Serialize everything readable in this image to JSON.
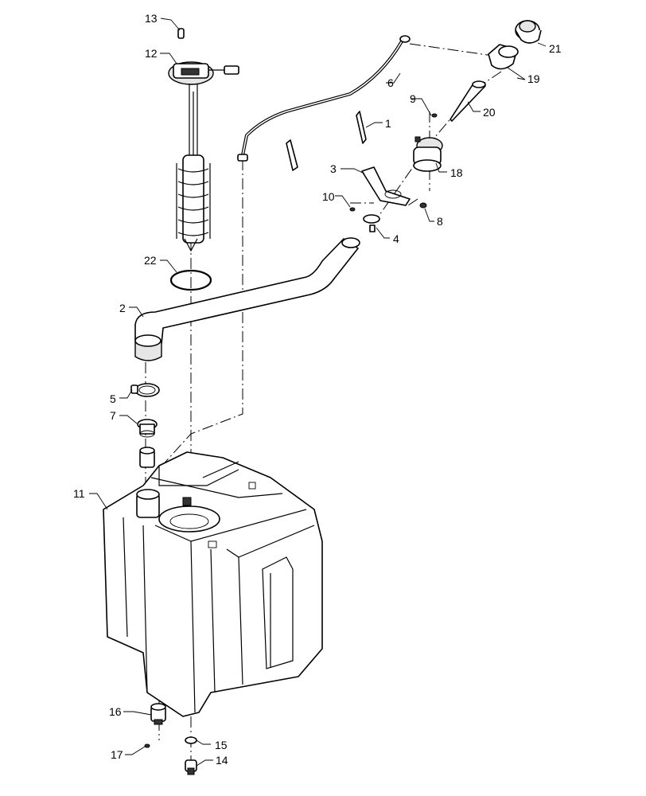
{
  "callouts": {
    "c1": "1",
    "c2": "2",
    "c3": "3",
    "c4": "4",
    "c5": "5",
    "c6": "6",
    "c7": "7",
    "c8": "8",
    "c9": "9",
    "c10": "10",
    "c11": "11",
    "c12": "12",
    "c13": "13",
    "c14": "14",
    "c15": "15",
    "c16": "16",
    "c17": "17",
    "c18": "18",
    "c19": "19",
    "c20": "20",
    "c21": "21",
    "c22": "22"
  },
  "colors": {
    "line": "#000000",
    "background": "#ffffff",
    "shade": "#e6e6e6"
  }
}
